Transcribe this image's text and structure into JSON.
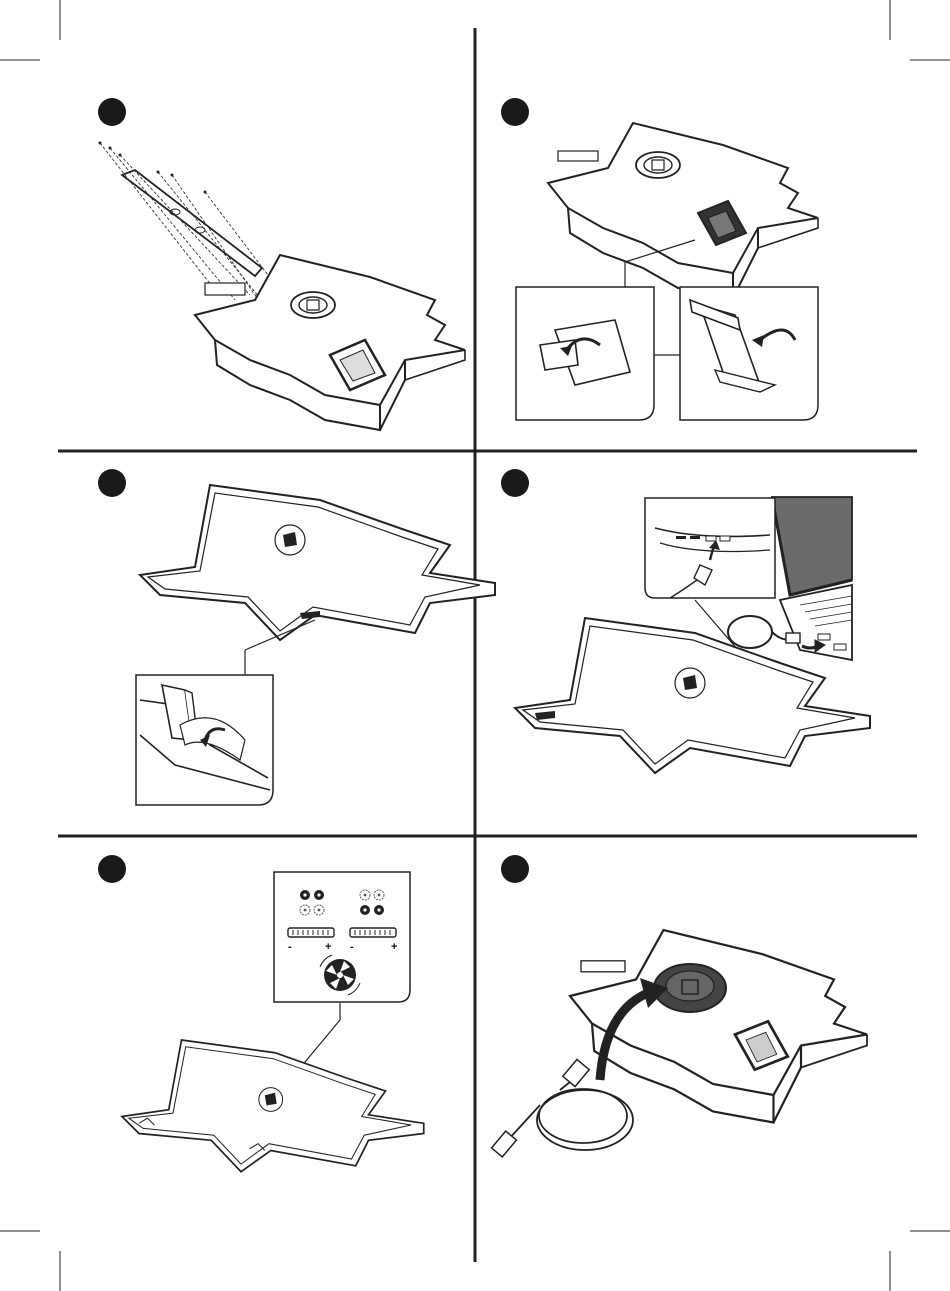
{
  "document": {
    "type": "installation-guide-page",
    "steps": [
      {
        "number": "",
        "panel": "attach-side-rails"
      },
      {
        "number": "",
        "panel": "flip-out-rear-feet"
      },
      {
        "number": "",
        "panel": "flip-out-front-stop"
      },
      {
        "number": "",
        "panel": "connect-usb-to-laptop"
      },
      {
        "number": "",
        "panel": "fan-speed-control"
      },
      {
        "number": "",
        "panel": "store-usb-cable"
      }
    ],
    "fan_control": {
      "minus_label": "-",
      "plus_label": "+"
    },
    "colors": {
      "ink": "#222222",
      "step_bullet": "#1a1a1a",
      "laptop_screen": "#6b6b6b",
      "paper": "#ffffff"
    }
  }
}
